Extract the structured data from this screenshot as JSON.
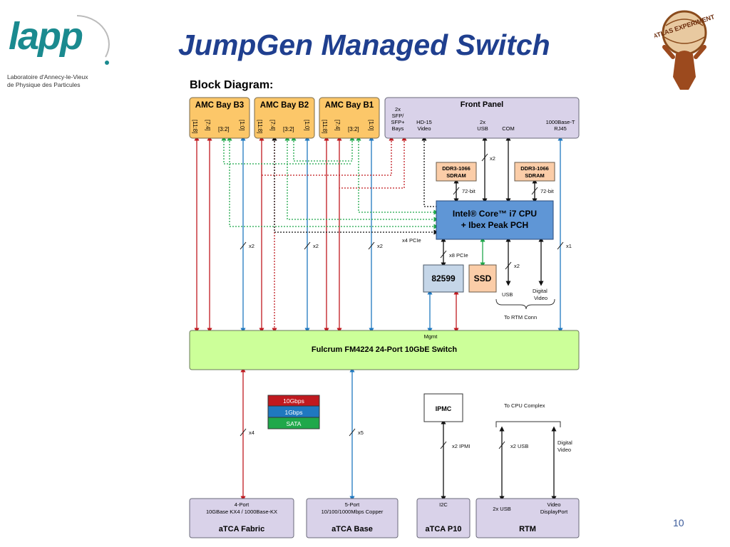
{
  "slide": {
    "title": "JumpGen Managed Switch",
    "page_number": "10",
    "logo": {
      "word": "lapp",
      "line1": "Laboratoire d'Annecy-le-Vieux",
      "line2": "de  Physique  des  Particules"
    },
    "atlas_logo_text": "ATLAS EXPERIMENT"
  },
  "diagram": {
    "heading": "Block Diagram:",
    "amc_bays": [
      {
        "label": "AMC Bay B3",
        "ports": [
          "[11:8]",
          "[7:4]",
          "[3:2]",
          "[1:0]"
        ]
      },
      {
        "label": "AMC Bay B2",
        "ports": [
          "[11:8]",
          "[7:4]",
          "[3:2]",
          "[1:0]"
        ]
      },
      {
        "label": "AMC Bay B1",
        "ports": [
          "[11:8]",
          "[7:4]",
          "[3:2]",
          "[1:0]"
        ]
      }
    ],
    "front_panel": {
      "title": "Front Panel",
      "sfp": [
        "2x",
        "SFP/",
        "SFP+",
        "Bays"
      ],
      "hd15": [
        "HD-15",
        "Video"
      ],
      "usb": [
        "2x",
        "USB"
      ],
      "com": "COM",
      "rj45": [
        "1000Base-T",
        "RJ45"
      ]
    },
    "ddr_left": [
      "DDR3-1066",
      "SDRAM"
    ],
    "ddr_right": [
      "DDR3-1066",
      "SDRAM"
    ],
    "cpu": {
      "line1": "Intel® Core™ i7 CPU",
      "line2": "+ Ibex Peak PCH"
    },
    "nic": "82599",
    "ssd": "SSD",
    "switch": {
      "label": "Fulcrum FM4224 24-Port 10GbE Switch",
      "mgmt": "Mgmt"
    },
    "ipmc": "IPMC",
    "labels": {
      "x2": "x2",
      "x1": "x1",
      "x4": "x4",
      "x5": "x5",
      "bit72": "72-bit",
      "x4pcie": "x4 PCIe",
      "x8pcie": "x8 PCIe",
      "usb": "USB",
      "digital_video": [
        "Digital",
        "Video"
      ],
      "to_rtm": "To RTM Conn",
      "to_cpu": "To CPU Complex",
      "x2_ipmi": "x2 IPMI",
      "x2_usb": "x2 USB"
    },
    "legend": [
      {
        "label": "10Gbps",
        "color": "#c0191f"
      },
      {
        "label": "1Gbps",
        "color": "#1f78c0"
      },
      {
        "label": "SATA",
        "color": "#1fa84a"
      }
    ],
    "bottom_boxes": {
      "fabric": {
        "desc": [
          "4-Port",
          "10GBase KX4 / 1000Base-KX"
        ],
        "title": "aTCA Fabric"
      },
      "base": {
        "desc": [
          "5-Port",
          "10/100/1000Mbps Copper"
        ],
        "title": "aTCA Base"
      },
      "p10": {
        "desc": [
          "I2C"
        ],
        "title": "aTCA P10"
      },
      "rtm": {
        "usb": "2x USB",
        "video": [
          "Video",
          "DisplayPort"
        ],
        "title": "RTM"
      }
    },
    "colors": {
      "red": "#c0191f",
      "blue": "#1f78c0",
      "green": "#1fa84a",
      "black": "#111111",
      "amc_fill": "#fcc769",
      "purple_fill": "#d9d2e9",
      "switch_fill": "#ccff99",
      "cpu_fill": "#5f96d6",
      "orange_fill": "#fbcda8",
      "nic_fill": "#c5d6e8"
    }
  }
}
